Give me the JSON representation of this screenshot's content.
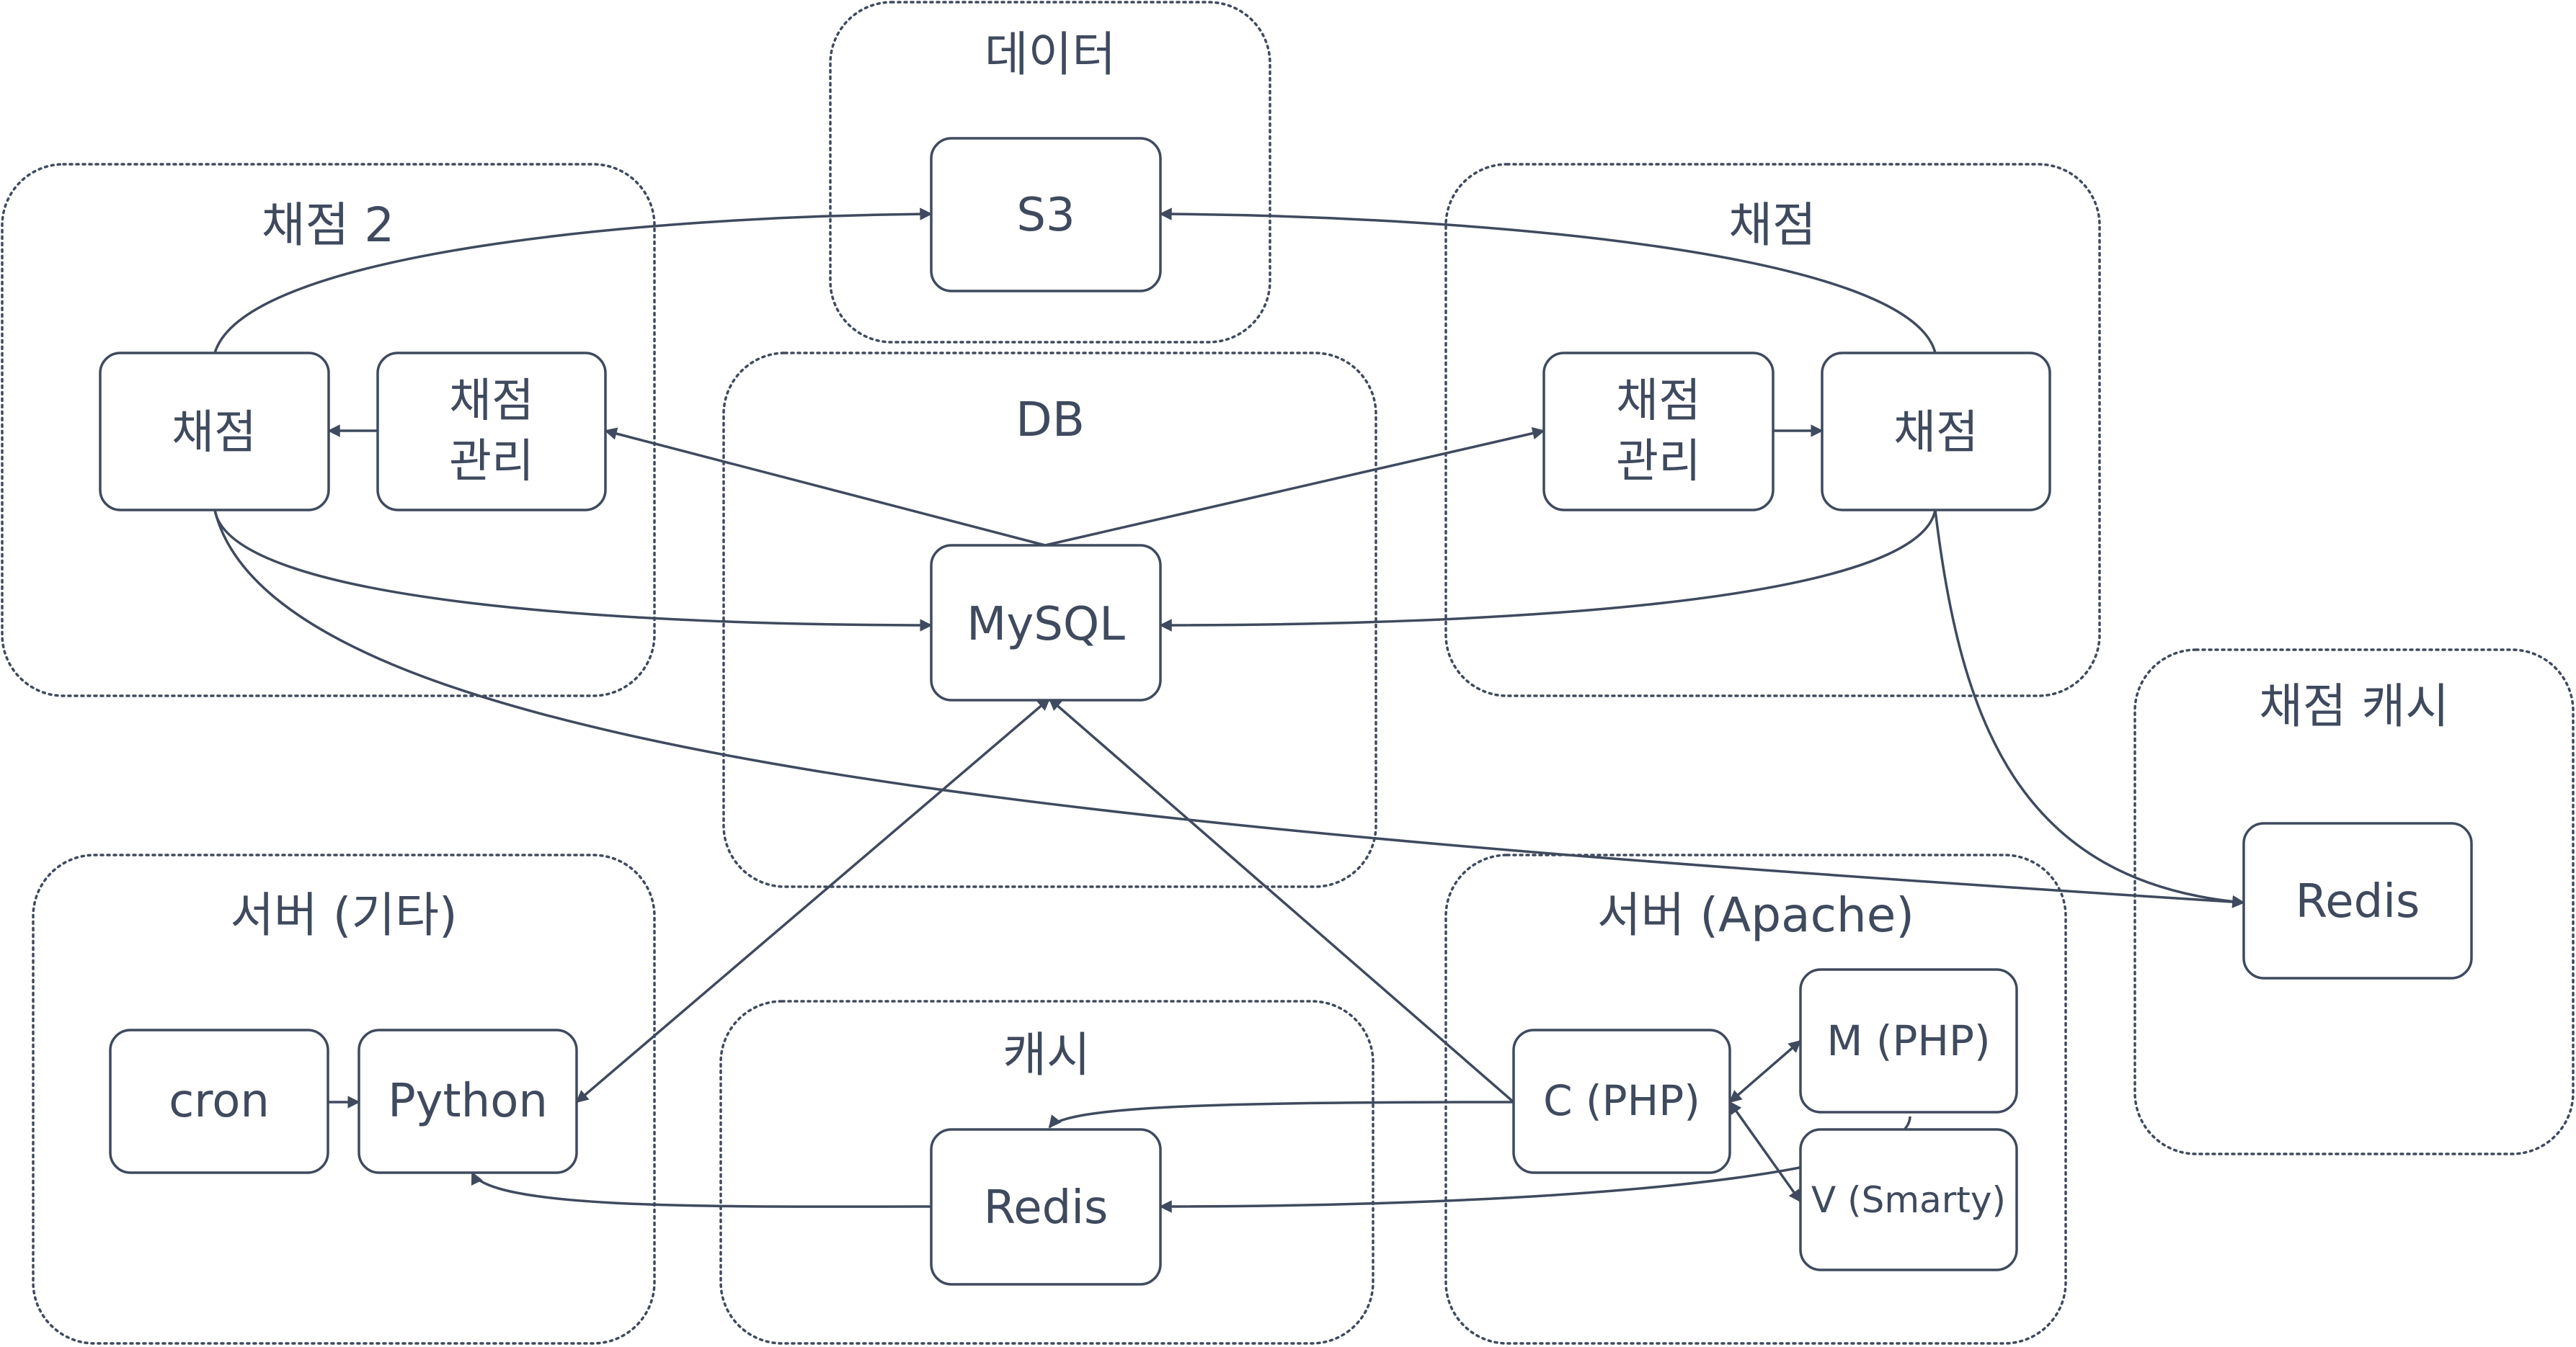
{
  "groups": {
    "data": {
      "title": "데이터"
    },
    "grading2": {
      "title": "채점 2"
    },
    "grading": {
      "title": "채점"
    },
    "db": {
      "title": "DB"
    },
    "grading_cache": {
      "title": "채점 캐시"
    },
    "server_other": {
      "title": "서버 (기타)"
    },
    "cache": {
      "title": "캐시"
    },
    "server_apache": {
      "title": "서버 (Apache)"
    }
  },
  "nodes": {
    "s3": {
      "label": "S3"
    },
    "grading2_worker": {
      "label": "채점"
    },
    "grading2_manager": {
      "line1": "채점",
      "line2": "관리"
    },
    "grading_manager": {
      "line1": "채점",
      "line2": "관리"
    },
    "grading_worker": {
      "label": "채점"
    },
    "mysql": {
      "label": "MySQL"
    },
    "redis_grading": {
      "label": "Redis"
    },
    "cron": {
      "label": "cron"
    },
    "python": {
      "label": "Python"
    },
    "redis_cache": {
      "label": "Redis"
    },
    "c_php": {
      "label": "C (PHP)"
    },
    "m_php": {
      "label": "M (PHP)"
    },
    "v_smarty": {
      "label": "V (Smarty)"
    }
  },
  "colors": {
    "stroke": "#3f4a5e",
    "text": "#3f4a5e",
    "background": "#ffffff"
  }
}
